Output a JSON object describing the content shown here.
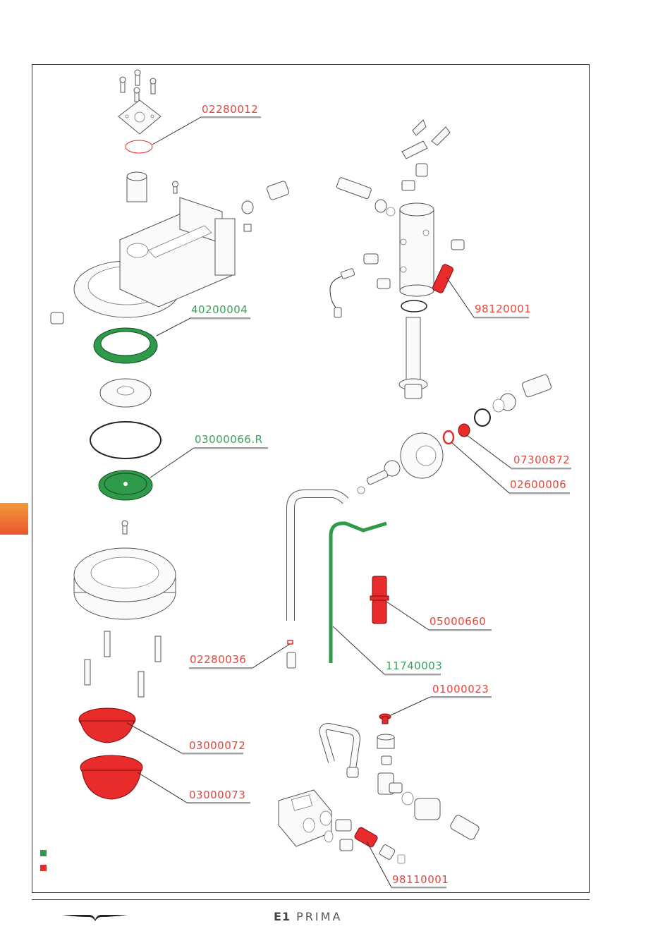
{
  "parts": [
    {
      "code": "02280012",
      "color": "red"
    },
    {
      "code": "40200004",
      "color": "green"
    },
    {
      "code": "03000066.R",
      "color": "green"
    },
    {
      "code": "98120001",
      "color": "red"
    },
    {
      "code": "07300872",
      "color": "red"
    },
    {
      "code": "02600006",
      "color": "red"
    },
    {
      "code": "05000660",
      "color": "red"
    },
    {
      "code": "02280036",
      "color": "red"
    },
    {
      "code": "11740003",
      "color": "green"
    },
    {
      "code": "01000023",
      "color": "red"
    },
    {
      "code": "03000072",
      "color": "red"
    },
    {
      "code": "03000073",
      "color": "red"
    },
    {
      "code": "98110001",
      "color": "red"
    }
  ],
  "colors": {
    "red": "#e8453c",
    "green": "#3aa35a",
    "highlight_red": "#e82b2b",
    "highlight_green": "#2e9a4a"
  },
  "footer": {
    "brand_e1": "E1",
    "brand_name": "PRIMA"
  }
}
